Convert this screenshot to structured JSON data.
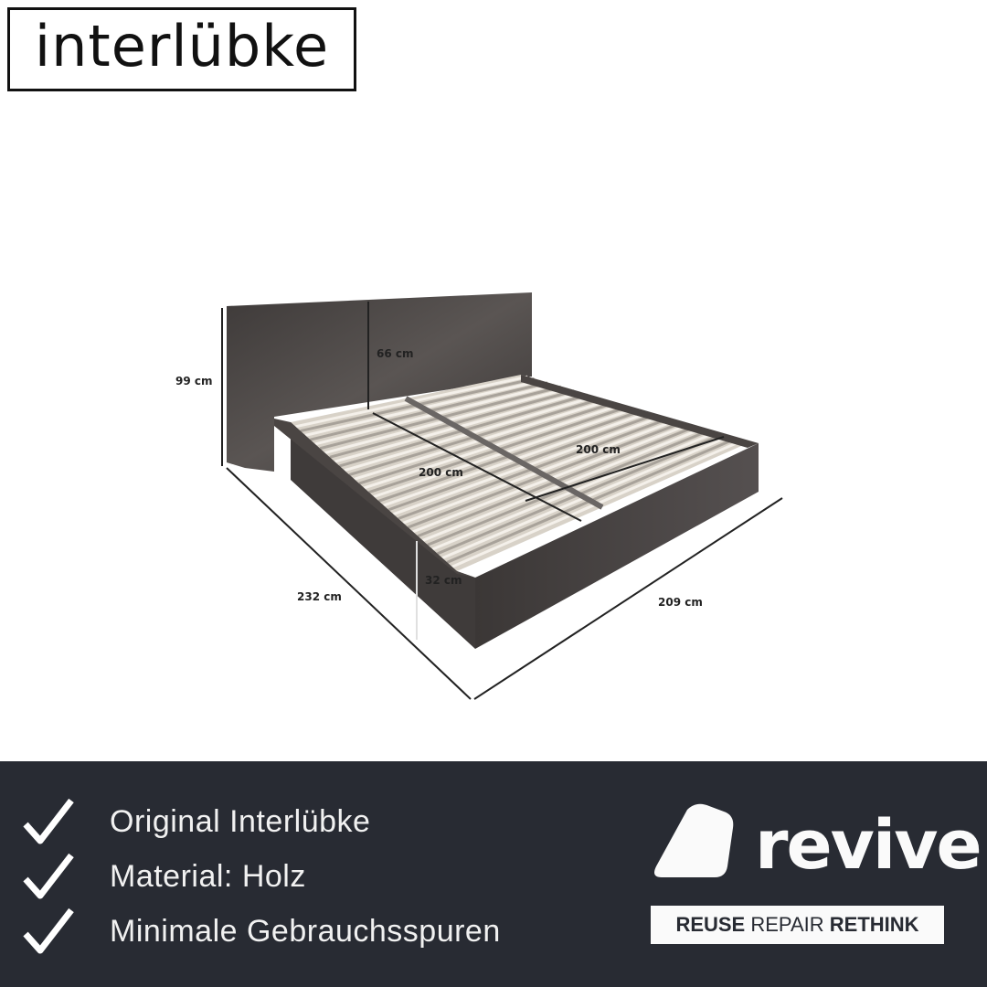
{
  "brand": {
    "name": "interlübke"
  },
  "dimensions": {
    "headboard_height": "99 cm",
    "headboard_above_frame": "66 cm",
    "length": "232 cm",
    "width": "209 cm",
    "mattress_length_left": "200 cm",
    "mattress_length_right": "200 cm",
    "frame_height": "32 cm"
  },
  "features": [
    {
      "icon": "checkmark-icon",
      "label": "Original Interlübke"
    },
    {
      "icon": "checkmark-icon",
      "label": "Material: Holz"
    },
    {
      "icon": "checkmark-icon",
      "label": "Minimale Gebrauchsspuren"
    }
  ],
  "logo": {
    "word": "revive",
    "tagline_1": "REUSE",
    "tagline_2": "REPAIR",
    "tagline_3": "RETHINK"
  },
  "colors": {
    "footer_bg": "#282b33",
    "bed_wood": "#4a4543",
    "text_light": "#f1f1f1"
  }
}
